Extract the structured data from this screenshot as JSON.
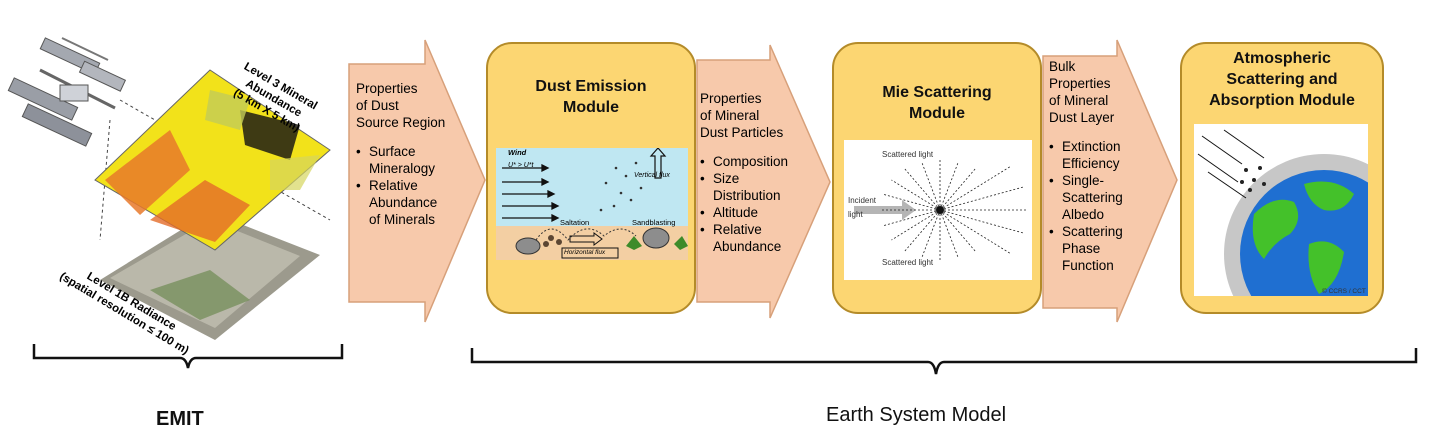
{
  "emit_panel": {
    "level3_label": "Level 3 Mineral\nAbundance\n(5 km X 5 km)",
    "level1b_label": "Level 1B Radiance\n(spatial resolution ≤ 100 m)",
    "bottom_label": "EMIT"
  },
  "arrows": [
    {
      "header": "Properties\nof Dust\nSource Region",
      "bullets": [
        "Surface\nMineralogy",
        "Relative\nAbundance\nof Minerals"
      ]
    },
    {
      "header": "Properties\nof Mineral\nDust Particles",
      "bullets": [
        "Composition",
        "Size\nDistribution",
        "Altitude",
        "Relative\nAbundance"
      ]
    },
    {
      "header": "Bulk\nProperties\nof Mineral\nDust Layer",
      "bullets": [
        "Extinction\nEfficiency",
        "Single-\nScattering\nAlbedo",
        "Scattering\nPhase\nFunction"
      ]
    }
  ],
  "modules": [
    {
      "title": "Dust Emission\nModule",
      "figure": {
        "wind": "Wind",
        "ustar": "U* > U*t",
        "vertical_flux": "Vertical flux",
        "saltation": "Saltation",
        "sandblasting": "Sandblasting",
        "horizontal_flux": "Horizontal flux"
      }
    },
    {
      "title": "Mie Scattering\nModule",
      "figure": {
        "top": "Scattered light",
        "bottom": "Scattered light",
        "incident": "Incident\nlight"
      }
    },
    {
      "title": "Atmospheric\nScattering and\nAbsorption Module",
      "figure": {
        "credit": "© CCRS / CCT"
      }
    }
  ],
  "earth_system_label": "Earth System Model",
  "colors": {
    "arrow_fill": "#f7c9ab",
    "arrow_stroke": "#d7a07a",
    "module_fill": "#fcd672",
    "module_border": "#b48b29"
  }
}
